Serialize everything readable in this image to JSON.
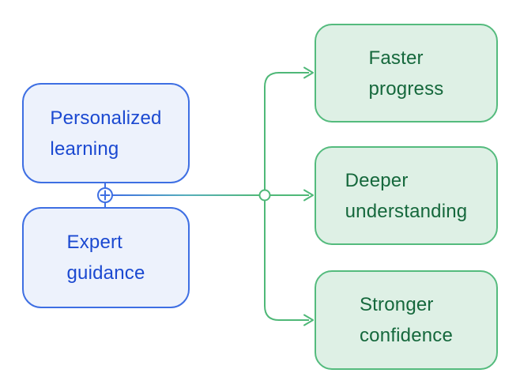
{
  "diagram": {
    "nodes": {
      "inputs": [
        {
          "label": "Personalized\nlearning"
        },
        {
          "label": "Expert\nguidance"
        }
      ],
      "outputs": [
        {
          "label": "Faster\nprogress"
        },
        {
          "label": "Deeper\nunderstanding"
        },
        {
          "label": "Stronger\nconfidence"
        }
      ]
    },
    "icons": {
      "plus_connector": "plus-icon",
      "branch_junction": "junction-dot-icon"
    },
    "colors": {
      "background": "#ffffff",
      "input_border": "#3e6fe3",
      "input_fill": "#edf2fc",
      "input_text": "#1b49d1",
      "output_border": "#54bb7d",
      "output_fill": "#def0e5",
      "output_text": "#15683c",
      "connector_blue": "#3e6fe3",
      "connector_teal": "#56aebb",
      "connector_green": "#4fb878"
    }
  }
}
